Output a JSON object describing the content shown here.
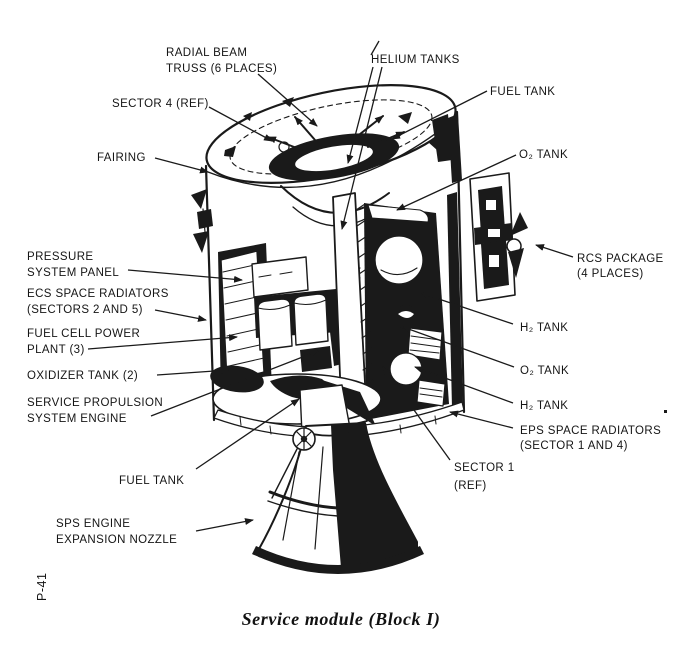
{
  "figure": {
    "caption": "Service module (Block I)",
    "page_ref": "P-41"
  },
  "colors": {
    "ink": "#1a1a1a",
    "paper": "#ffffff"
  },
  "labels": {
    "radial_beam_truss": {
      "line1": "RADIAL BEAM",
      "line2": "TRUSS (6 PLACES)"
    },
    "helium_tanks": {
      "text": "HELIUM TANKS"
    },
    "sector_4_ref": {
      "text": "SECTOR 4 (REF)"
    },
    "fuel_tank_top": {
      "text": "FUEL TANK"
    },
    "fairing": {
      "text": "FAIRING"
    },
    "o2_tank_upper": {
      "text": "O₂ TANK"
    },
    "pressure_system_panel": {
      "line1": "PRESSURE",
      "line2": "SYSTEM PANEL"
    },
    "ecs_space_radiators": {
      "line1": "ECS SPACE RADIATORS",
      "line2": "(SECTORS 2 AND 5)"
    },
    "fuel_cell_power_plant": {
      "line1": "FUEL CELL POWER",
      "line2": "PLANT (3)"
    },
    "oxidizer_tank": {
      "text": "OXIDIZER TANK (2)"
    },
    "service_propulsion_system_engine": {
      "line1": "SERVICE PROPULSION",
      "line2": "SYSTEM ENGINE"
    },
    "fuel_tank_bottom": {
      "text": "FUEL TANK"
    },
    "sps_engine_expansion_nozzle": {
      "line1": "SPS ENGINE",
      "line2": "EXPANSION NOZZLE"
    },
    "rcs_package": {
      "line1": "RCS PACKAGE",
      "line2": "(4 PLACES)"
    },
    "h2_tank_upper": {
      "text": "H₂ TANK"
    },
    "o2_tank_lower": {
      "text": "O₂ TANK"
    },
    "h2_tank_lower": {
      "text": "H₂ TANK"
    },
    "eps_space_radiators": {
      "line1": "EPS SPACE RADIATORS",
      "line2": "(SECTOR 1 AND 4)"
    },
    "sector_1_ref": {
      "line1": "SECTOR 1",
      "line2": "(REF)"
    }
  }
}
